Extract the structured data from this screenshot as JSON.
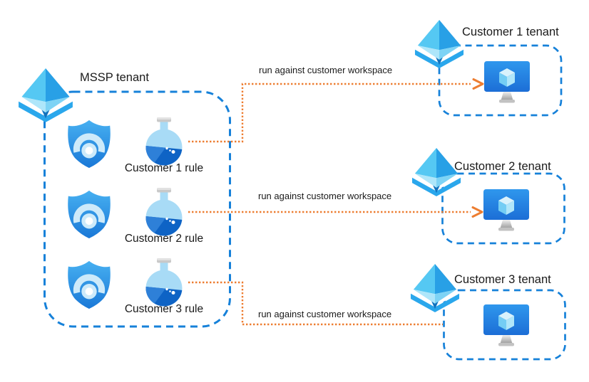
{
  "diagram": {
    "mssp": {
      "tenant_label": "MSSP tenant",
      "rules": [
        {
          "label": "Customer 1 rule"
        },
        {
          "label": "Customer 2 rule"
        },
        {
          "label": "Customer 3 rule"
        }
      ]
    },
    "customers": [
      {
        "tenant_label": "Customer 1 tenant"
      },
      {
        "tenant_label": "Customer 2 tenant"
      },
      {
        "tenant_label": "Customer 3 tenant"
      }
    ],
    "connectors": [
      {
        "label": "run against customer workspace"
      },
      {
        "label": "run against customer workspace"
      },
      {
        "label": "run against customer workspace"
      }
    ],
    "icons": {
      "tenant": "entra-tenant-pyramid-icon",
      "security": "sentinel-shield-icon",
      "rule": "analytics-rule-flask-icon",
      "workspace": "workspace-monitor-icon"
    },
    "colors": {
      "tenant_box_blue": "#1681d9",
      "connector_orange": "#ED7D31",
      "text": "#1a1a1a"
    }
  }
}
